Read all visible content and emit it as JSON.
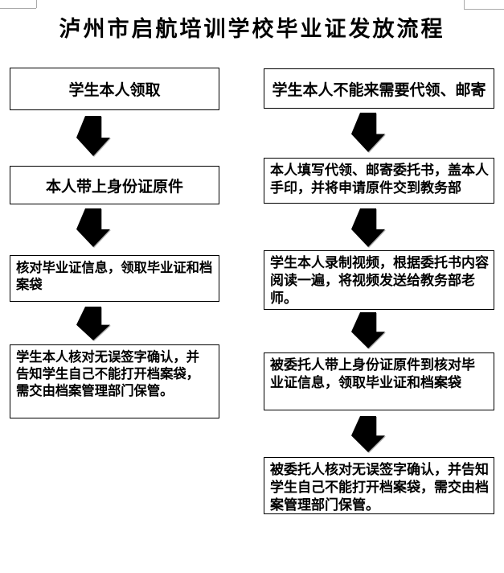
{
  "page": {
    "title": "泸州市启航培训学校毕业证发放流程",
    "background_color": "#ffffff"
  },
  "flowchart": {
    "colors": {
      "box_border": "#000000",
      "arrow_fill": "#000000",
      "boundary_mark": "#aaaaaa"
    },
    "left_column": {
      "steps": [
        {
          "text": "学生本人领取"
        },
        {
          "text": "本人带上身份证原件"
        },
        {
          "lines": [
            "核对毕业证信息，领取毕业证和档",
            "案袋"
          ]
        },
        {
          "lines": [
            "学生本人核对无误签字确认，并",
            "告知学生自己不能打开档案袋，",
            "需交由档案管理部门保管。"
          ]
        }
      ]
    },
    "right_column": {
      "steps": [
        {
          "text": "学生本人不能来需要代领、邮寄"
        },
        {
          "lines": [
            "本人填写代领、邮寄委托书，盖本人",
            "手印，并将申请原件交到教务部"
          ]
        },
        {
          "lines": [
            "学生本人录制视频，根据委托书内容",
            "阅读一遍，将视频发送给教务部老",
            "师。"
          ]
        },
        {
          "lines": [
            "被委托人带上身份证原件到核对毕",
            "业证信息，领取毕业证和档案袋"
          ]
        },
        {
          "lines": [
            "被委托人核对无误签字确认，并告知",
            "学生自己不能打开档案袋，需交由档",
            "案管理部门保管。"
          ]
        }
      ]
    }
  }
}
